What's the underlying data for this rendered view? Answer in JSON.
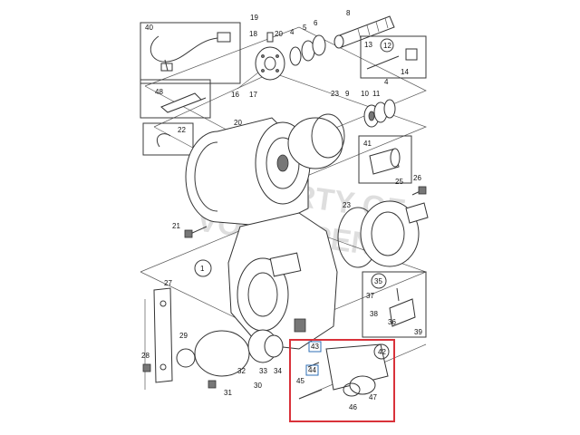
{
  "watermark": {
    "line1": "PROPERTY OF",
    "line2": "VOLVO PENTA"
  },
  "labels": {
    "p1": "1",
    "p4a": "4",
    "p4b": "4",
    "p5": "5",
    "p6": "6",
    "p8": "8",
    "p9": "9",
    "p10": "10",
    "p11": "11",
    "p12": "12",
    "p13": "13",
    "p14": "14",
    "p16": "16",
    "p17": "17",
    "p18": "18",
    "p19": "19",
    "p20a": "20",
    "p20b": "20",
    "p21": "21",
    "p22": "22",
    "p23a": "23",
    "p23b": "23",
    "p25": "25",
    "p26": "26",
    "p27": "27",
    "p28": "28",
    "p29": "29",
    "p30": "30",
    "p31": "31",
    "p32": "32",
    "p33": "33",
    "p34": "34",
    "p35": "35",
    "p36": "36",
    "p37": "37",
    "p38": "38",
    "p39": "39",
    "p40": "40",
    "p41": "41",
    "p42": "42",
    "p43": "43",
    "p44": "44",
    "p45": "45",
    "p46": "46",
    "p47": "47",
    "p48": "48"
  },
  "colors": {
    "highlight": "#d9323a",
    "callout_box": "#2f6fb5",
    "line": "#3a3a3a"
  }
}
